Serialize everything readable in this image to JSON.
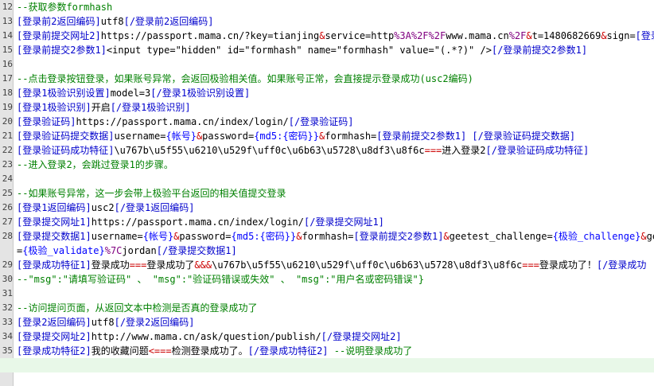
{
  "editor": {
    "lines": [
      {
        "n": "12",
        "segments": [
          {
            "t": "--获取参数formhash",
            "c": "comment"
          }
        ]
      },
      {
        "n": "13",
        "segments": [
          {
            "t": "[登录前2返回编码]",
            "c": "tag"
          },
          {
            "t": "utf8",
            "c": "plain"
          },
          {
            "t": "[/登录前2返回编码]",
            "c": "tag"
          }
        ]
      },
      {
        "n": "14",
        "segments": [
          {
            "t": "[登录前提交网址2]",
            "c": "tag"
          },
          {
            "t": "https://passport.mama.cn/?key=tianjing",
            "c": "plain"
          },
          {
            "t": "&",
            "c": "red"
          },
          {
            "t": "service=http",
            "c": "plain"
          },
          {
            "t": "%3A%2F%2F",
            "c": "purple"
          },
          {
            "t": "www.mama.cn",
            "c": "plain"
          },
          {
            "t": "%2F",
            "c": "purple"
          },
          {
            "t": "&",
            "c": "red"
          },
          {
            "t": "t=1480682669",
            "c": "plain"
          },
          {
            "t": "&",
            "c": "red"
          },
          {
            "t": "sign=",
            "c": "plain"
          },
          {
            "t": "[登录前",
            "c": "tag"
          }
        ]
      },
      {
        "n": "15",
        "segments": [
          {
            "t": "[登录前提交2参数1]",
            "c": "tag"
          },
          {
            "t": "<input type=\"hidden\" id=\"formhash\" name=\"formhash\" value=\"(.*?)\" />",
            "c": "plain"
          },
          {
            "t": "[/登录前提交2参数1]",
            "c": "tag"
          }
        ]
      },
      {
        "n": "16",
        "segments": []
      },
      {
        "n": "17",
        "segments": [
          {
            "t": "--点击登录按钮登录，如果账号异常，会返回极验相关值。如果账号正常，会直接提示登录成功(usc2编码)",
            "c": "comment"
          }
        ]
      },
      {
        "n": "18",
        "segments": [
          {
            "t": "[登录1极验识别设置]",
            "c": "tag"
          },
          {
            "t": "model=3",
            "c": "plain"
          },
          {
            "t": "[/登录1极验识别设置]",
            "c": "tag"
          }
        ]
      },
      {
        "n": "19",
        "segments": [
          {
            "t": "[登录1极验识别]",
            "c": "tag"
          },
          {
            "t": "开启",
            "c": "plain"
          },
          {
            "t": "[/登录1极验识别]",
            "c": "tag"
          }
        ]
      },
      {
        "n": "20",
        "segments": [
          {
            "t": "[登录验证码]",
            "c": "tag"
          },
          {
            "t": "https://passport.mama.cn/index/login/",
            "c": "plain"
          },
          {
            "t": "[/登录验证码]",
            "c": "tag"
          }
        ]
      },
      {
        "n": "21",
        "segments": [
          {
            "t": "[登录验证码提交数据]",
            "c": "tag"
          },
          {
            "t": "username=",
            "c": "plain"
          },
          {
            "t": "{帐号}",
            "c": "blue"
          },
          {
            "t": "&",
            "c": "red"
          },
          {
            "t": "password=",
            "c": "plain"
          },
          {
            "t": "{md5:{密码}}",
            "c": "blue"
          },
          {
            "t": "&",
            "c": "red"
          },
          {
            "t": "formhash=",
            "c": "plain"
          },
          {
            "t": "[登录前提交2参数1]",
            "c": "tag"
          },
          {
            "t": " ",
            "c": "plain"
          },
          {
            "t": "[/登录验证码提交数据]",
            "c": "tag"
          }
        ]
      },
      {
        "n": "22",
        "segments": [
          {
            "t": "[登录验证码成功特征]",
            "c": "tag"
          },
          {
            "t": "\\u767b\\u5f55\\u6210\\u529f\\uff0c\\u6b63\\u5728\\u8df3\\u8f6c",
            "c": "plain"
          },
          {
            "t": "===",
            "c": "red"
          },
          {
            "t": "进入登录2",
            "c": "plain"
          },
          {
            "t": "[/登录验证码成功特征]",
            "c": "tag"
          }
        ]
      },
      {
        "n": "23",
        "segments": [
          {
            "t": "--进入登录2，会跳过登录1的步骤。",
            "c": "comment"
          }
        ]
      },
      {
        "n": "24",
        "segments": []
      },
      {
        "n": "25",
        "segments": [
          {
            "t": "--如果账号异常，这一步会带上极验平台返回的相关值提交登录",
            "c": "comment"
          }
        ]
      },
      {
        "n": "26",
        "segments": [
          {
            "t": "[登录1返回编码]",
            "c": "tag"
          },
          {
            "t": "usc2",
            "c": "plain"
          },
          {
            "t": "[/登录1返回编码]",
            "c": "tag"
          }
        ]
      },
      {
        "n": "27",
        "segments": [
          {
            "t": "[登录提交网址1]",
            "c": "tag"
          },
          {
            "t": "https://passport.mama.cn/index/login/",
            "c": "plain"
          },
          {
            "t": "[/登录提交网址1]",
            "c": "tag"
          }
        ]
      },
      {
        "n": "28",
        "segments": [
          {
            "t": "[登录提交数据1]",
            "c": "tag"
          },
          {
            "t": "username=",
            "c": "plain"
          },
          {
            "t": "{帐号}",
            "c": "blue"
          },
          {
            "t": "&",
            "c": "red"
          },
          {
            "t": "password=",
            "c": "plain"
          },
          {
            "t": "{md5:{密码}}",
            "c": "blue"
          },
          {
            "t": "&",
            "c": "red"
          },
          {
            "t": "formhash=",
            "c": "plain"
          },
          {
            "t": "[登录前提交2参数1]",
            "c": "tag"
          },
          {
            "t": "&",
            "c": "red"
          },
          {
            "t": "geetest_challenge=",
            "c": "plain"
          },
          {
            "t": "{极验_challenge}",
            "c": "blue"
          },
          {
            "t": "&",
            "c": "red"
          },
          {
            "t": "ge",
            "c": "plain"
          }
        ]
      },
      {
        "n": "",
        "segments": [
          {
            "t": "=",
            "c": "plain"
          },
          {
            "t": "{极验_validate}",
            "c": "blue"
          },
          {
            "t": "%7C",
            "c": "purple"
          },
          {
            "t": "jordan",
            "c": "plain"
          },
          {
            "t": "[/登录提交数据1]",
            "c": "tag"
          }
        ]
      },
      {
        "n": "29",
        "segments": [
          {
            "t": "[登录成功特征1]",
            "c": "tag"
          },
          {
            "t": "登录成功",
            "c": "plain"
          },
          {
            "t": "===",
            "c": "red"
          },
          {
            "t": "登录成功了",
            "c": "plain"
          },
          {
            "t": "&&&",
            "c": "red"
          },
          {
            "t": "\\u767b\\u5f55\\u6210\\u529f\\uff0c\\u6b63\\u5728\\u8df3\\u8f6c",
            "c": "plain"
          },
          {
            "t": "===",
            "c": "red"
          },
          {
            "t": "登录成功了！",
            "c": "plain"
          },
          {
            "t": "[/登录成功",
            "c": "tag"
          }
        ]
      },
      {
        "n": "30",
        "segments": [
          {
            "t": "--\"msg\":\"请填写验证码\" 、 \"msg\":\"验证码错误或失效\" 、 \"msg\":\"用户名或密码错误\"}",
            "c": "comment"
          }
        ]
      },
      {
        "n": "31",
        "segments": []
      },
      {
        "n": "32",
        "segments": [
          {
            "t": "--访问提问页面，从返回文本中检测是否真的登录成功了",
            "c": "comment"
          }
        ]
      },
      {
        "n": "33",
        "segments": [
          {
            "t": "[登录2返回编码]",
            "c": "tag"
          },
          {
            "t": "utf8",
            "c": "plain"
          },
          {
            "t": "[/登录2返回编码]",
            "c": "tag"
          }
        ]
      },
      {
        "n": "34",
        "segments": [
          {
            "t": "[登录提交网址2]",
            "c": "tag"
          },
          {
            "t": "http://www.mama.cn/ask/question/publish/",
            "c": "plain"
          },
          {
            "t": "[/登录提交网址2]",
            "c": "tag"
          }
        ]
      },
      {
        "n": "35",
        "segments": [
          {
            "t": "[登录成功特征2]",
            "c": "tag"
          },
          {
            "t": "我的收藏问题",
            "c": "plain"
          },
          {
            "t": "<===",
            "c": "red"
          },
          {
            "t": "检测登录成功了。",
            "c": "plain"
          },
          {
            "t": "[/登录成功特征2]",
            "c": "tag"
          },
          {
            "t": " --说明登录成功了",
            "c": "comment"
          }
        ]
      },
      {
        "n": "",
        "segments": [],
        "current": true
      }
    ]
  }
}
